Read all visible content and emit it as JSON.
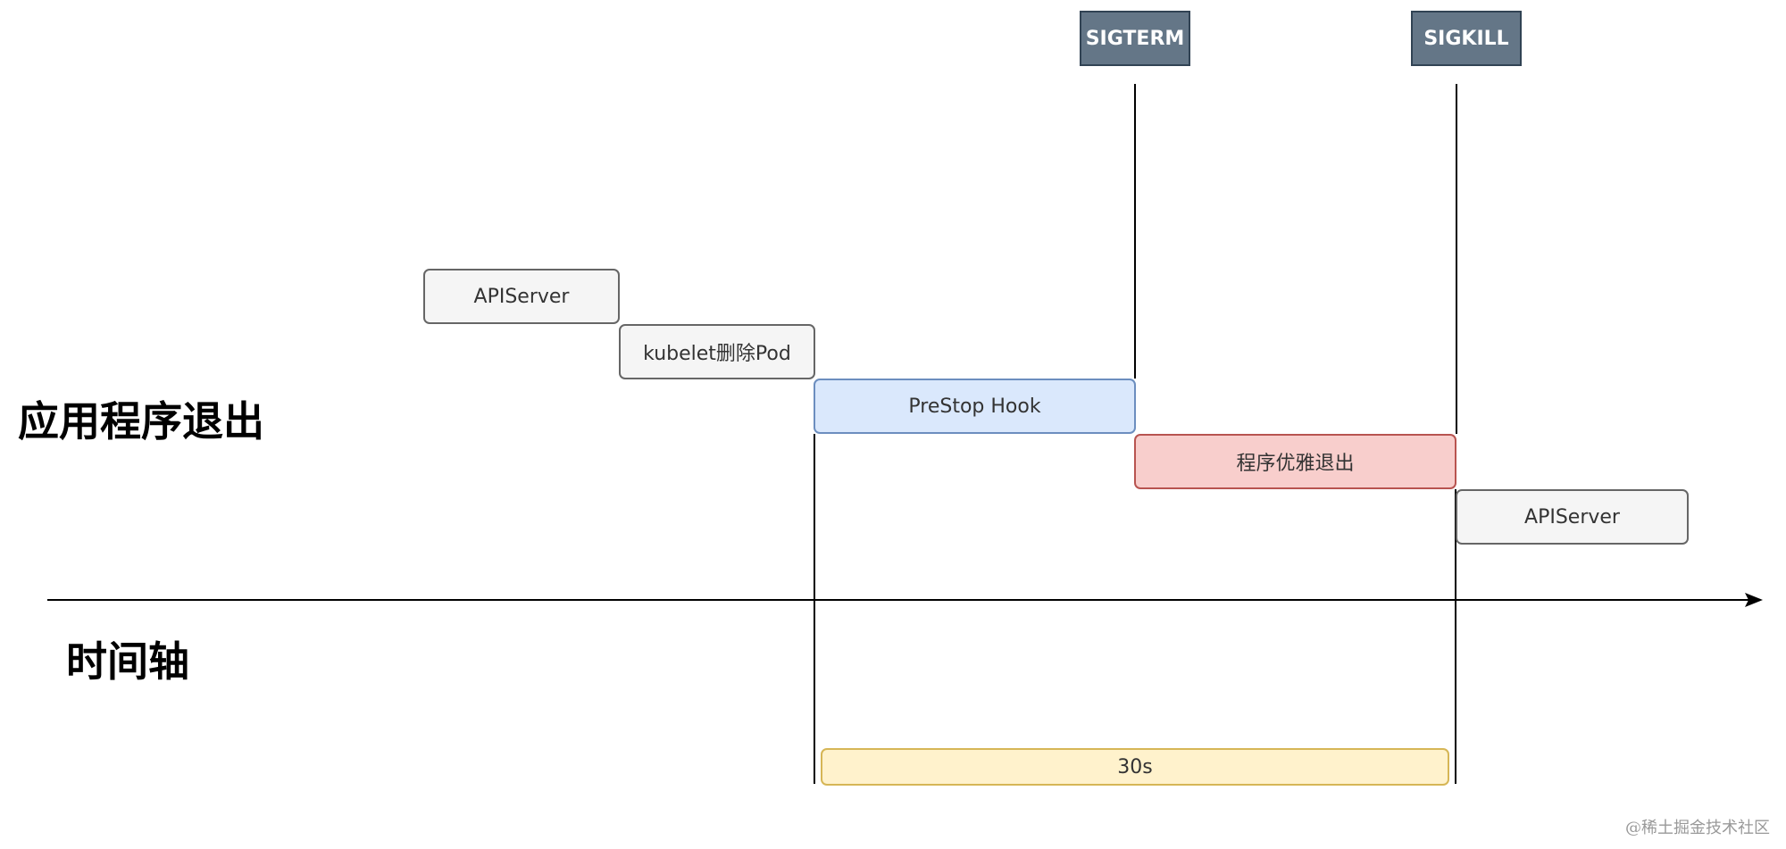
{
  "signals": {
    "sigterm": "SIGTERM",
    "sigkill": "SIGKILL"
  },
  "boxes": {
    "apiserver_start": "APIServer",
    "kubelet_delete_pod": "kubelet删除Pod",
    "prestop_hook": "PreStop Hook",
    "graceful_exit": "程序优雅退出",
    "apiserver_end": "APIServer",
    "duration": "30s"
  },
  "labels": {
    "app_exit": "应用程序退出",
    "timeline": "时间轴"
  },
  "watermark": "@稀土掘金技术社区",
  "colors": {
    "signal_fill": "#647687",
    "grey_fill": "#f5f5f5",
    "blue_fill": "#dae8fc",
    "red_fill": "#f8cecc",
    "yellow_fill": "#fff2cc"
  }
}
